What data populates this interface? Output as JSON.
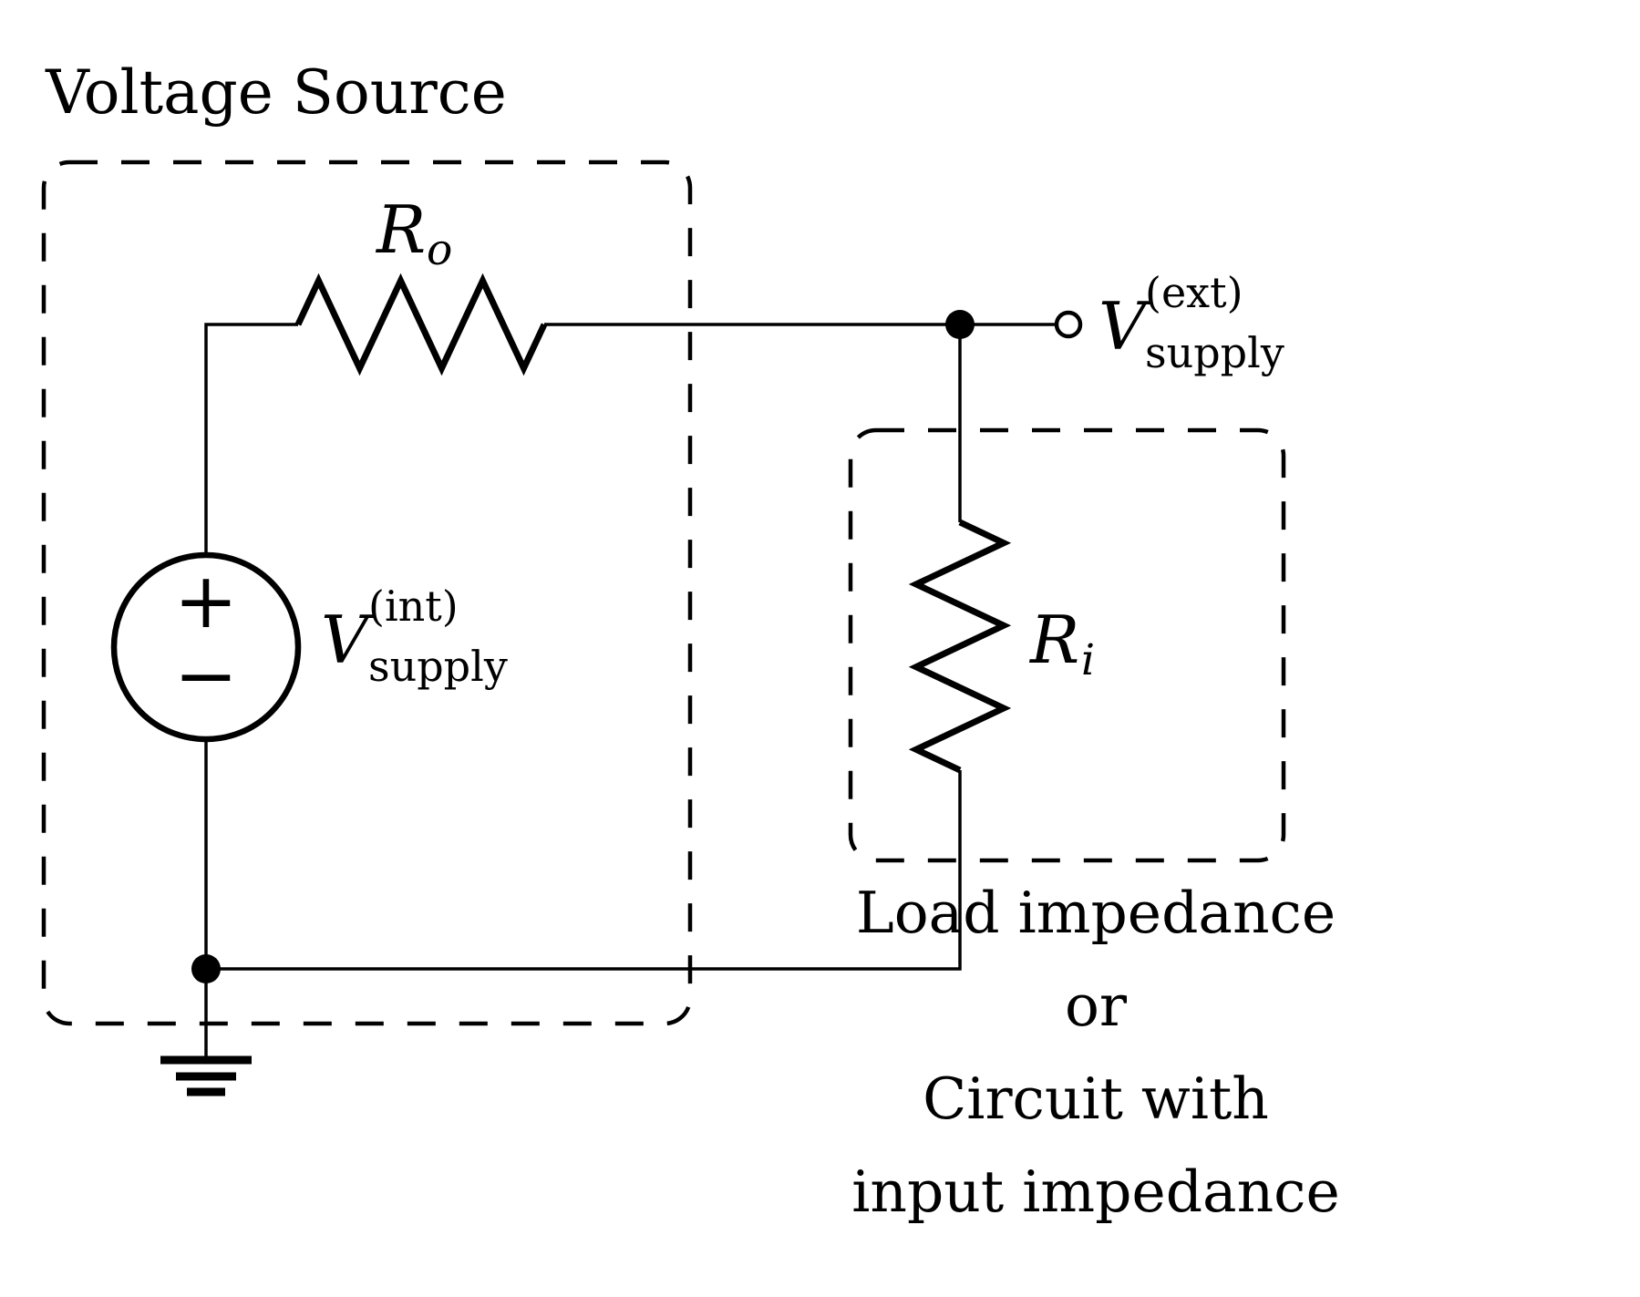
{
  "diagram": {
    "background": "#ffffff",
    "ink": "#000000",
    "title": "Voltage Source",
    "output_resistor": {
      "symbol": "R",
      "subscript": "o"
    },
    "internal_supply": {
      "symbol": "V",
      "superscript": "(int)",
      "subscript": "supply",
      "plus": "+",
      "minus": "−"
    },
    "external_terminal": {
      "symbol": "V",
      "superscript": "(ext)",
      "subscript": "supply"
    },
    "load_resistor": {
      "symbol": "R",
      "subscript": "i"
    },
    "load_caption": {
      "lines": [
        "Load impedance",
        "or",
        "Circuit with",
        "input impedance"
      ]
    }
  }
}
